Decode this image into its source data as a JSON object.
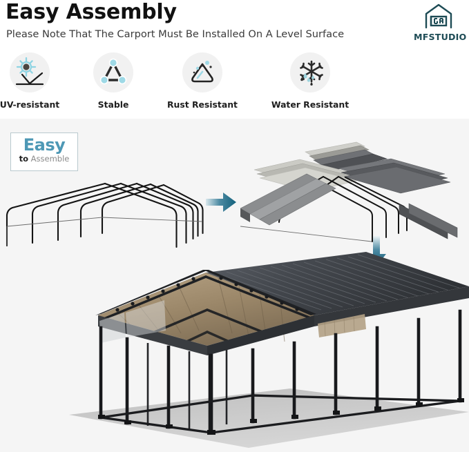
{
  "header": {
    "title": "Easy Assembly",
    "subtitle": "Please Note That The Carport Must Be Installed On A Level Surface",
    "brand": {
      "name": "MFSTUDIO",
      "mark_icon": "house-logo-icon",
      "color": "#1d4b55"
    }
  },
  "features": [
    {
      "label": "UV-resistant",
      "icon": "sun-uv-icon"
    },
    {
      "label": "Stable",
      "icon": "triangle-nodes-icon"
    },
    {
      "label": "Rust Resistant",
      "icon": "shield-droplet-icon"
    },
    {
      "label": "Water Resistant",
      "icon": "snowflake-water-icon"
    }
  ],
  "panel": {
    "badge": {
      "word": "Easy",
      "sub_bold": "to",
      "sub_light": " Assemble",
      "word_color": "#4e98b5",
      "border_color": "#b9c9ce"
    },
    "illustrations": {
      "frame": "carport-frame-skeleton",
      "roof_panels": "roof-panels-exploded",
      "arrow_right": "arrow-right-icon",
      "arrow_down": "arrow-down-icon",
      "product_photo": "assembled-carport-photo"
    },
    "background": "#f5f5f5"
  },
  "colors": {
    "accent_teal": "#1d6b82",
    "accent_light_blue": "#8fd4e3",
    "frame_dark": "#151515",
    "roof_dark": "#3a3c40",
    "roof_tan": "#a89172"
  }
}
